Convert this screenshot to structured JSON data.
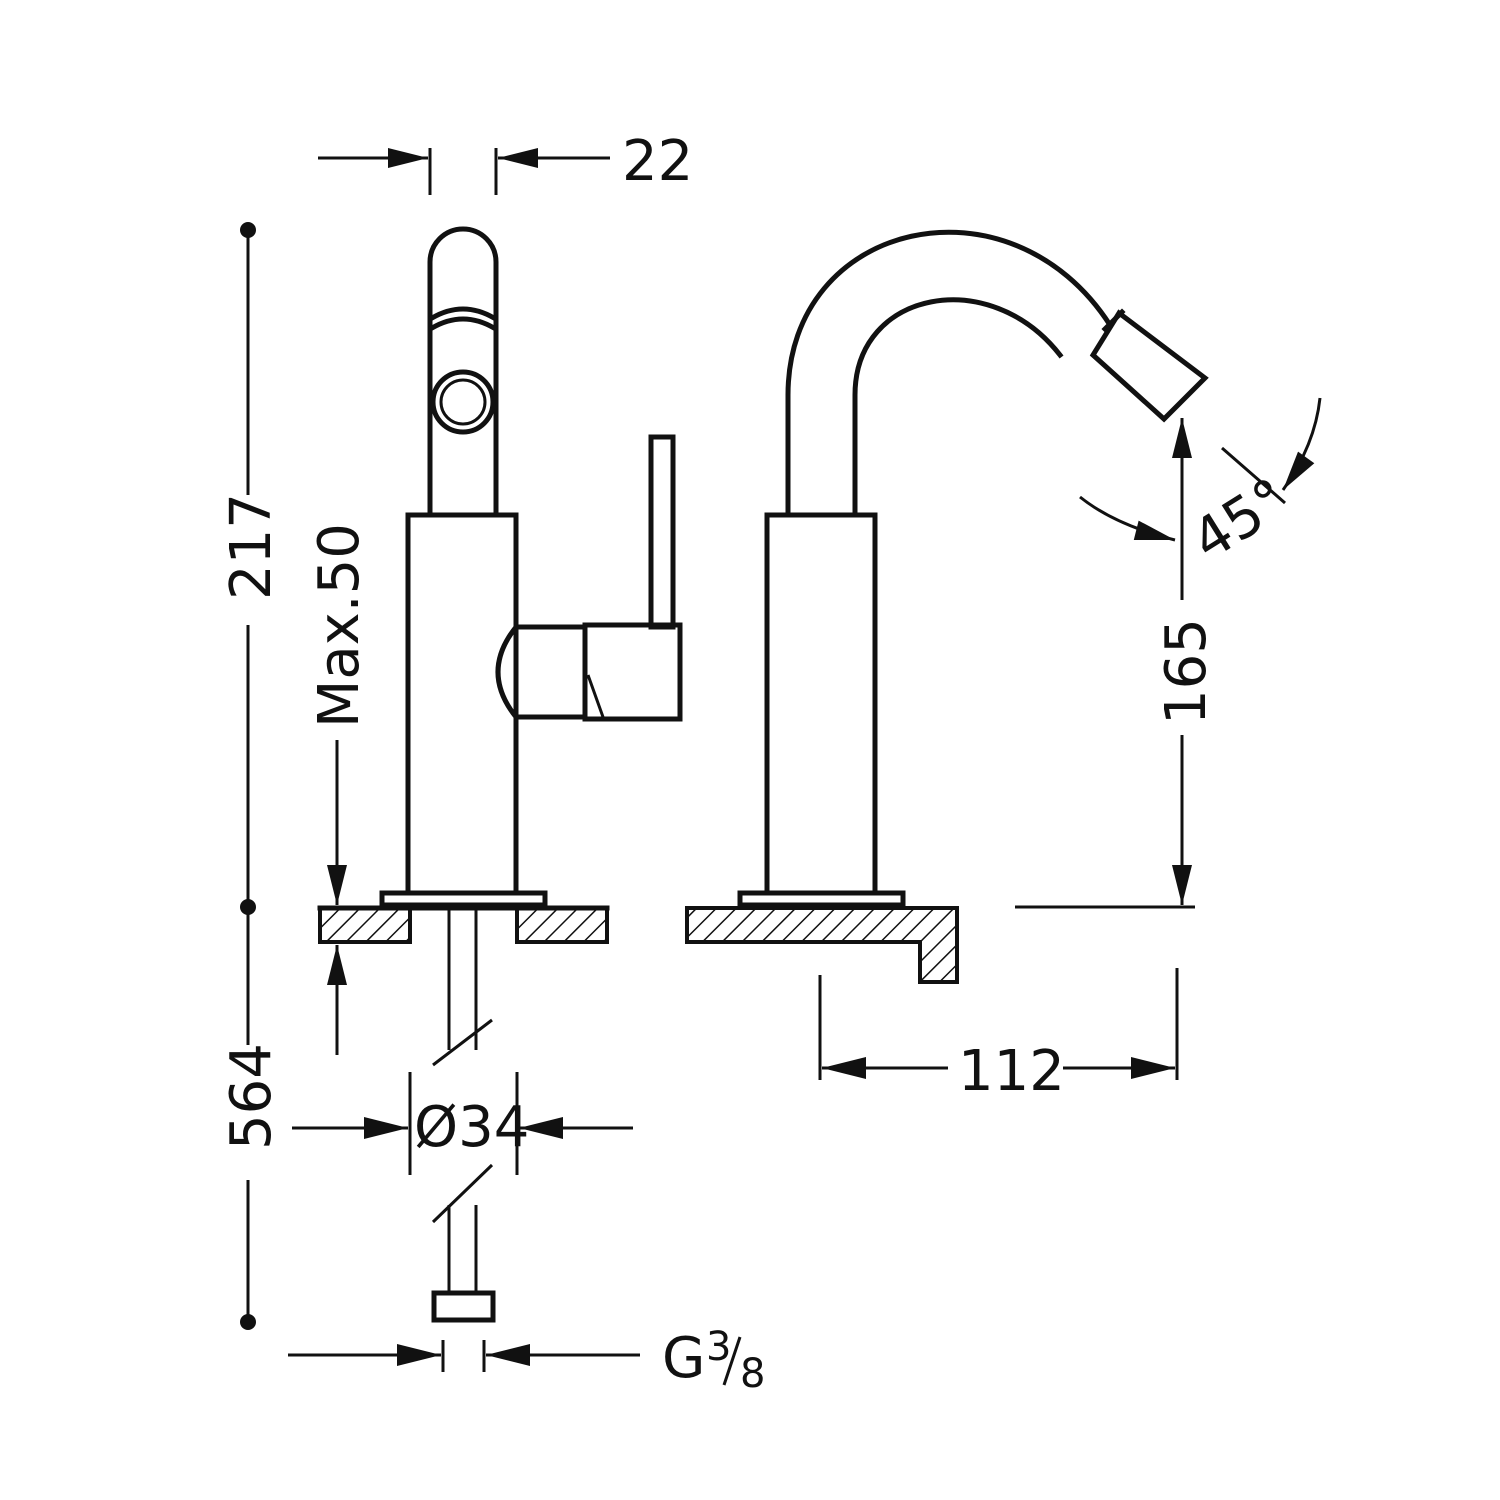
{
  "dimensions": {
    "spout_width": "22",
    "total_height": "217",
    "max_deck": "Max.50",
    "hose_length": "564",
    "base_diameter": "Ø34",
    "connection": "G",
    "connection_num": "3",
    "connection_den": "8",
    "spout_height": "165",
    "angle": "45°",
    "spout_reach": "112"
  },
  "colors": {
    "line": "#111111",
    "background": "#ffffff"
  }
}
